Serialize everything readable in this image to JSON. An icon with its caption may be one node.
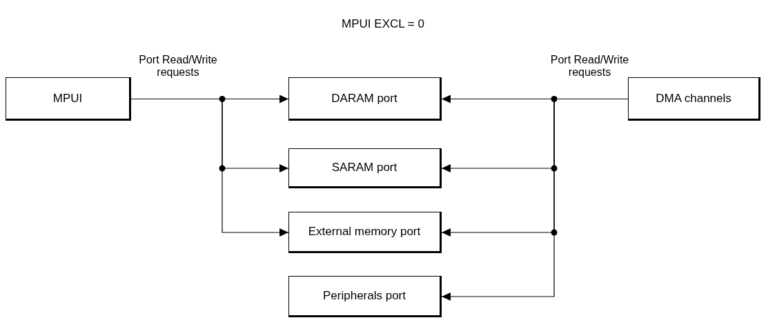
{
  "diagram": {
    "title": "MPUI EXCL = 0",
    "nodes": [
      {
        "text": [
          "MPUI"
        ]
      },
      {
        "text": [
          "DARAM port"
        ]
      },
      {
        "text": [
          "SARAM port"
        ]
      },
      {
        "text": [
          "External memory port"
        ]
      },
      {
        "text": [
          "Peripherals port"
        ]
      },
      {
        "text": [
          "DMA channels"
        ]
      }
    ],
    "edges": [
      {
        "from": 0,
        "to": 1,
        "arrow": "to",
        "label": "Port Read/Write requests"
      },
      {
        "from": 0,
        "to": 2,
        "arrow": "to"
      },
      {
        "from": 0,
        "to": 3,
        "arrow": "to"
      },
      {
        "from": 5,
        "to": 1,
        "arrow": "to",
        "label": "Port Read/Write requests"
      },
      {
        "from": 5,
        "to": 2,
        "arrow": "to"
      },
      {
        "from": 5,
        "to": 3,
        "arrow": "to"
      },
      {
        "from": 5,
        "to": 4,
        "arrow": "to"
      }
    ]
  }
}
